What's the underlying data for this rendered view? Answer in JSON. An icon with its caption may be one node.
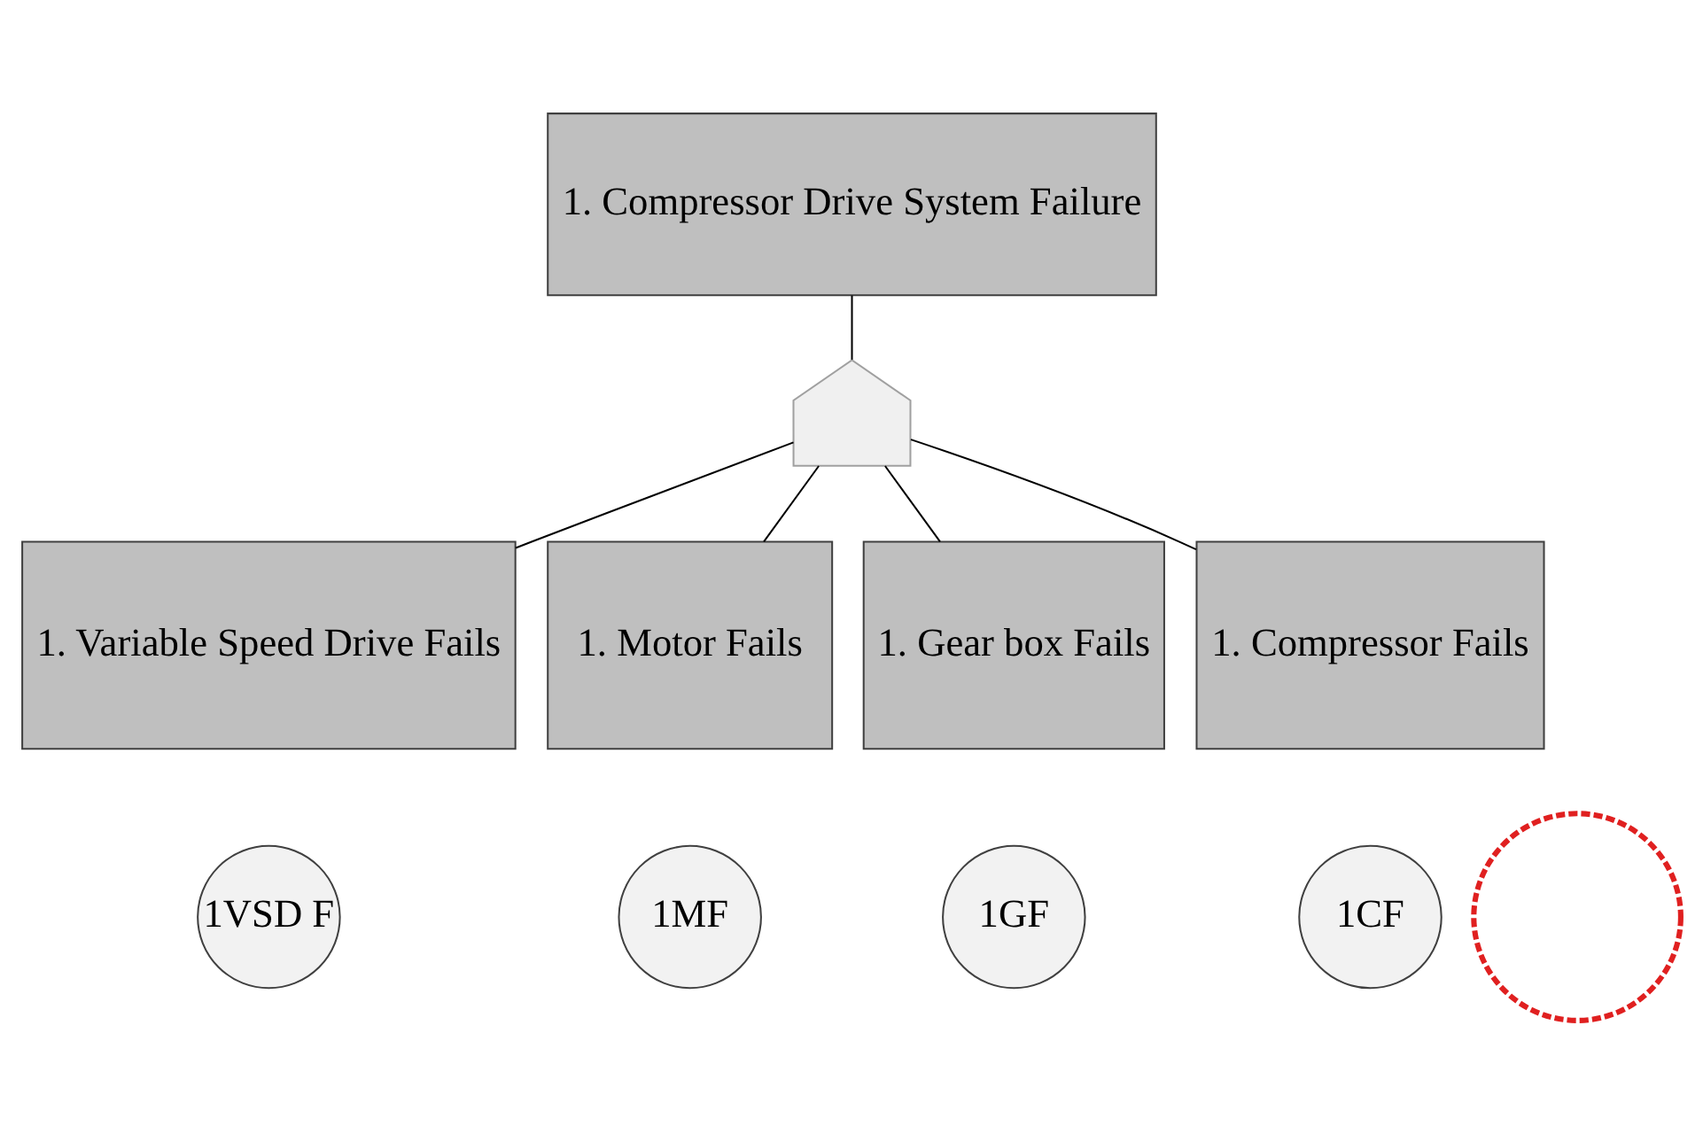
{
  "diagram": {
    "nodes": [
      {
        "text": [
          "1. Compressor Drive System Failure"
        ]
      },
      {
        "text": [],
        "shape": "gate"
      },
      {
        "text": [
          "1. Variable Speed Drive Fails"
        ]
      },
      {
        "text": [
          "1. Motor Fails"
        ]
      },
      {
        "text": [
          "1. Gear box Fails"
        ]
      },
      {
        "text": [
          "1. Compressor Fails"
        ]
      },
      {
        "text": [
          "1VSD F"
        ]
      },
      {
        "text": [
          "1MF"
        ]
      },
      {
        "text": [
          "1GF"
        ]
      },
      {
        "text": [
          "1CF"
        ]
      },
      {
        "text": [],
        "shape": "circle"
      }
    ],
    "edges": [
      {
        "from": 0,
        "to": 1,
        "arrow": "none"
      },
      {
        "from": 1,
        "to": 2,
        "arrow": "none"
      },
      {
        "from": 1,
        "to": 3,
        "arrow": "none"
      },
      {
        "from": 1,
        "to": 4,
        "arrow": "none"
      },
      {
        "from": 1,
        "to": 5,
        "arrow": "none"
      }
    ]
  }
}
